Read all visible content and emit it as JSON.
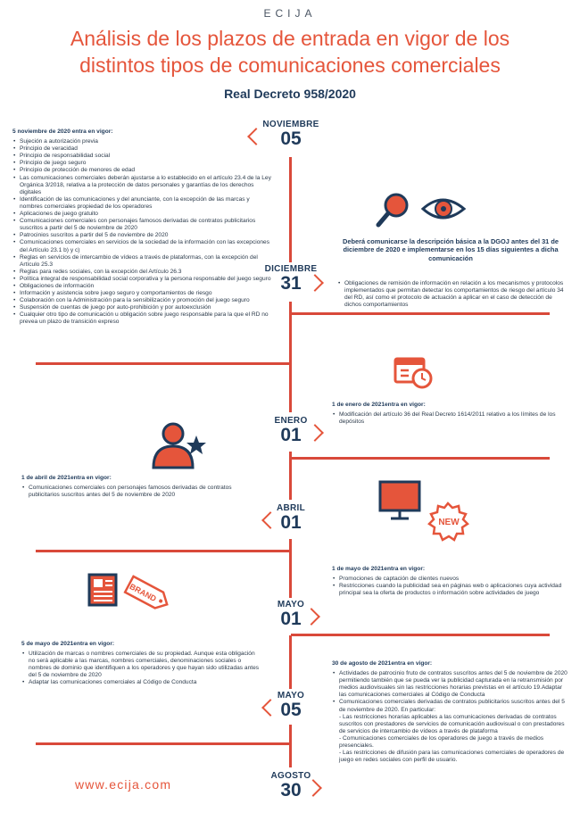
{
  "brand": "ECIJA",
  "title_line1": "Análisis de los plazos de entrada en vigor de los",
  "title_line2": "distintos tipos de comunicaciones comerciales",
  "subtitle": "Real Decreto 958/2020",
  "footer_url": "www.ecija.com",
  "colors": {
    "accent": "#e5553b",
    "navy": "#1f3a5a",
    "text": "#2b3a4a"
  },
  "dates": [
    {
      "month": "NOVIEMBRE",
      "day": "05"
    },
    {
      "month": "DICIEMBRE",
      "day": "31"
    },
    {
      "month": "ENERO",
      "day": "01"
    },
    {
      "month": "ABRIL",
      "day": "01"
    },
    {
      "month": "MAYO",
      "day": "01"
    },
    {
      "month": "MAYO",
      "day": "05"
    },
    {
      "month": "AGOSTO",
      "day": "30"
    }
  ],
  "nov05": {
    "head": "5 noviembre de 2020 entra en vigor:",
    "items": [
      "Sujeción a autorización previa",
      "Principio de veracidad",
      "Principio de responsabilidad social",
      "Principio de juego seguro",
      "Principio de protección de menores de edad",
      "Las comunicaciones comerciales deberán ajustarse a lo establecido en el artículo 23.4 de la Ley Orgánica 3/2018, relativa a la protección de datos personales y garantías de los derechos digitales",
      "Identificación de las comunicaciones y del anunciante, con la excepción de las marcas y nombres comerciales propiedad de los operadores",
      "Aplicaciones de juego gratuito",
      "Comunicaciones comerciales con personajes famosos derivadas de contratos publicitarios suscritos a partir del 5 de noviembre de 2020",
      "Patrocinios suscritos a partir del 5 de noviembre de 2020",
      "Comunicaciones comerciales en servicios de la sociedad de la información con las excepciones del Artículo 23.1 b) y c)",
      "Reglas en servicios de intercambio de vídeos a través de plataformas, con la excepción del Artículo 25.3",
      "Reglas para redes sociales, con la excepción del Artículo 26.3",
      "Política integral de responsabilidad social corporativa y la persona responsable del juego seguro",
      "Obligaciones de información",
      "Información y asistencia sobre juego seguro y comportamientos de riesgo",
      "Colaboración con la Administración para la sensibilización y promoción del juego seguro",
      "Suspensión de cuentas de juego por auto-prohibición y por autoexclusión",
      "Cualquier otro tipo de comunicación u obligación sobre juego responsable para la que el RD no prevea un plazo de transición expreso"
    ]
  },
  "dgoj_note": "Deberá comunicarse la descripción básica a la DGOJ antes del 31 de diciembre de 2020 e implementarse en los 15 días siguientes a dicha comunicación",
  "dec31": {
    "items": [
      "Obligaciones de remisión de información en relación a los mecanismos y protocolos implementados que permitan detectar los comportamientos de riesgo del artículo 34 del RD, así como el protocolo de actuación a aplicar en el caso de detección de dichos comportamientos"
    ]
  },
  "jan01": {
    "head": "1 de enero de 2021entra en vigor:",
    "items": [
      "Modificación del artículo 36 del Real Decreto 1614/2011 relativo a los límites de los depósitos"
    ]
  },
  "apr01": {
    "head": "1 de abril de 2021entra en vigor:",
    "items": [
      "Comunicaciones comerciales con personajes famosos derivadas de contratos publicitarios suscritos antes del 5 de noviembre de 2020"
    ]
  },
  "may01": {
    "head": "1 de mayo de 2021entra en vigor:",
    "items": [
      "Promociones de captación de clientes nuevos",
      "Restricciones cuando la publicidad sea en páginas web o aplicaciones cuya actividad principal sea la oferta de productos o información sobre actividades de juego"
    ]
  },
  "may05": {
    "head": "5 de mayo de 2021entra en vigor:",
    "items": [
      "Utilización de marcas o nombres comerciales de su propiedad. Aunque esta obligación no será aplicable a las marcas, nombres comerciales, denominaciones sociales o nombres de dominio que identifiquen a los operadores y que hayan sido utilizadas antes del 5 de noviembre de 2020",
      "Adaptar las comunicaciones comerciales al Código de Conducta"
    ]
  },
  "aug30": {
    "head": "30 de agosto de 2021entra en vigor:",
    "items": [
      "Actividades de patrocinio fruto de contratos suscritos antes del 5 de noviembre de 2020 permitiendo también que se pueda ver la publicidad capturada en la retransmisión por medios audiovisuales sin las restricciones horarias previstas en el artículo 19.Adaptar las comunicaciones comerciales al Código de Conducta",
      "Comunicaciones comerciales derivadas de contratos publicitarios suscritos antes del 5 de noviembre de 2020. En particular:"
    ],
    "sub": [
      "- Las restricciones horarias aplicables a las comunicaciones derivadas de contratos suscritos con prestadores de servicios de comunicación audiovisual o con prestadores de servicios de intercambio de vídeos a través de plataforma",
      "- Comunicaciones comerciales de los operadores de juego a través de medios presenciales.",
      "- Las restricciones de difusión para las comunicaciones comerciales de operadores de juego en redes sociales con perfil de usuario."
    ]
  },
  "icons": [
    "magnifier-icon",
    "eye-icon",
    "calendar-clock-icon",
    "person-star-icon",
    "monitor-icon",
    "new-badge-icon",
    "newspaper-icon",
    "brand-tag-icon"
  ],
  "new_badge_text": "NEW",
  "brand_tag_text": "BRAND"
}
